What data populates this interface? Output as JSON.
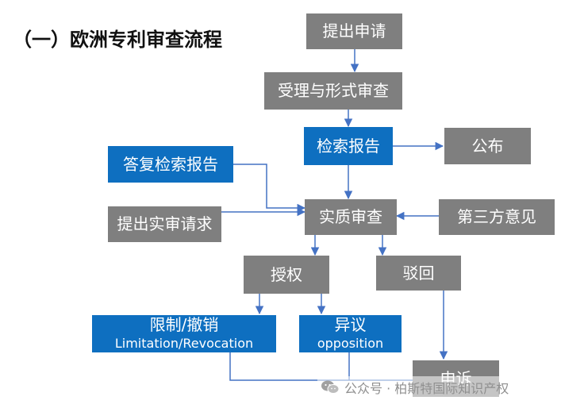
{
  "title": "（一）欧洲专利审查流程",
  "nodes": {
    "apply": "提出申请",
    "formal": "受理与形式审查",
    "search": "检索报告",
    "publish": "公布",
    "reply": "答复检索报告",
    "request": "提出实审请求",
    "substantive": "实质审查",
    "thirdparty": "第三方意见",
    "grant": "授权",
    "reject": "驳回",
    "limitation_zh": "限制/撤销",
    "limitation_en": "Limitation/Revocation",
    "opposition_zh": "异议",
    "opposition_en": "opposition",
    "appeal": "申诉"
  },
  "watermark": "公众号 · 柏斯特国际知识产权",
  "colors": {
    "gray_box": "#7f7f7f",
    "blue_box": "#0e6fc0",
    "connector": "#4472c4"
  }
}
